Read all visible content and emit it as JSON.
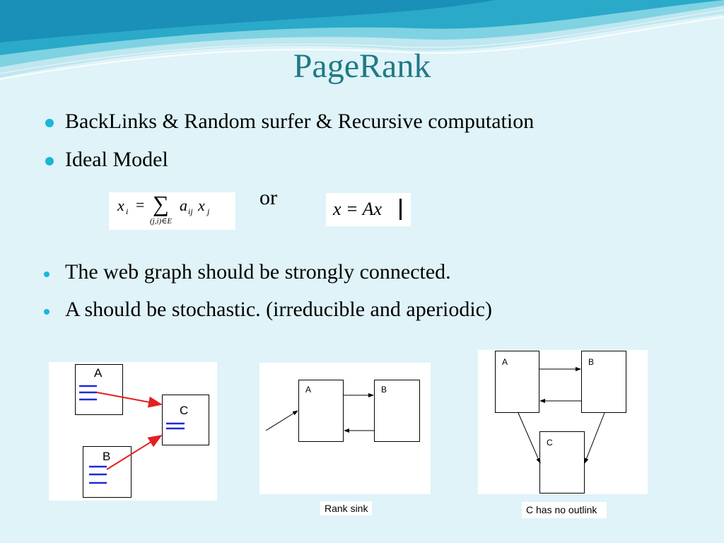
{
  "slide": {
    "title": "PageRank",
    "bullets": [
      "BackLinks & Random surfer & Recursive computation",
      "Ideal Model"
    ],
    "connector": "or",
    "formula_left": {
      "lhs": "x",
      "lhs_sub": "i",
      "eq": "=",
      "sigma": "∑",
      "sum_under": "(j,i)∈E",
      "term_a": "a",
      "term_a_sub": "ij",
      "term_x": "x",
      "term_x_sub": "j"
    },
    "formula_right": "x = Ax",
    "sub_bullets": [
      "The web graph should be strongly connected.",
      "A should be stochastic. (irreducible and aperiodic)"
    ]
  },
  "figures": {
    "fig1": {
      "nodes": [
        "A",
        "B",
        "C"
      ],
      "colors": {
        "link_arrow": "#e32020",
        "text_lines": "#1e2ad6"
      }
    },
    "fig2": {
      "nodes": [
        "A",
        "B"
      ],
      "caption": "Rank sink"
    },
    "fig3": {
      "nodes": [
        "A",
        "B",
        "C"
      ],
      "caption": "C has no outlink"
    }
  },
  "theme": {
    "background": "#dff3f8",
    "title_color": "#1f7a86",
    "bullet_color": "#1ab6d8"
  }
}
